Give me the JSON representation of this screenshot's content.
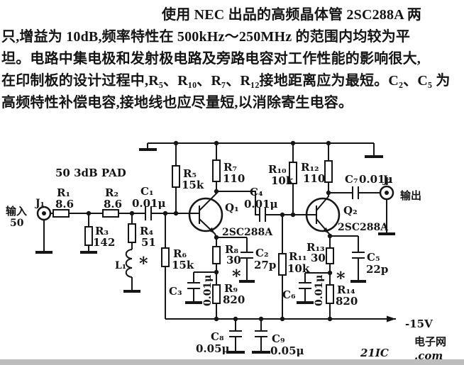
{
  "paragraph": {
    "lines": [
      "使用 NEC 出品的高频晶体管 2SC288A 两",
      "只,增益为 10dB,频率特性在 500kHz～250MHz 的范围内均较为平",
      "坦。电路中集电极和发射极电路及旁路电容对工作性能的影响很大,",
      "在印制板的设计过程中,R₅、R₁₀、R₇、R₁₂接地距离应为最短。C₂、C₅ 为",
      "高频特性补偿电容,接地线也应尽量短,以消除寄生电容。"
    ]
  },
  "schematic": {
    "pad_label": "50  3dB PAD",
    "input": {
      "label": "输入",
      "impedance": "50",
      "connector": "J₁"
    },
    "output": {
      "label": "输出",
      "connector": "J₂"
    },
    "supply_label": "-15V",
    "star": "*",
    "components": {
      "R1": {
        "name": "R₁",
        "value": "8.6"
      },
      "R2": {
        "name": "R₂",
        "value": "8.6"
      },
      "R3": {
        "name": "R₃",
        "value": "142"
      },
      "R4": {
        "name": "R₄",
        "value": "51"
      },
      "R5": {
        "name": "R₅",
        "value": "15k"
      },
      "R6": {
        "name": "R₆",
        "value": "15k"
      },
      "R7": {
        "name": "R₇",
        "value": "110"
      },
      "R8": {
        "name": "R₈",
        "value": "30"
      },
      "R9": {
        "name": "R₉",
        "value": "820"
      },
      "R10": {
        "name": "R₁₀",
        "value": "10k"
      },
      "R11": {
        "name": "R₁₁",
        "value": "10k"
      },
      "R12": {
        "name": "R₁₂",
        "value": "110"
      },
      "R13": {
        "name": "R₁₃",
        "value": "30"
      },
      "R14": {
        "name": "R₁₄",
        "value": "820"
      },
      "L1": {
        "name": "L₁"
      },
      "C1": {
        "name": "C₁",
        "value": "0.01μ"
      },
      "C2": {
        "name": "C₂",
        "value": "27p"
      },
      "C3": {
        "name": "C₃",
        "value": "0.01μ"
      },
      "C4": {
        "name": "C₄",
        "value": "0.01μ"
      },
      "C5": {
        "name": "C₅",
        "value": "22p"
      },
      "C6": {
        "name": "C₆",
        "value": "0.01μ"
      },
      "C7": {
        "name": "C₇",
        "value": "0.01μ"
      },
      "C8": {
        "name": "C₈",
        "value": "0.05μ"
      },
      "C9": {
        "name": "C₉",
        "value": "0.05μ"
      },
      "Q1": {
        "name": "Q₁",
        "part": "2SC288A"
      },
      "Q2": {
        "name": "Q₂",
        "part": "2SC288A"
      }
    }
  },
  "watermark": {
    "brand": "21IC",
    "domain_suffix": ".com",
    "site_name": "电子网",
    "color": "#f0a6a6"
  }
}
